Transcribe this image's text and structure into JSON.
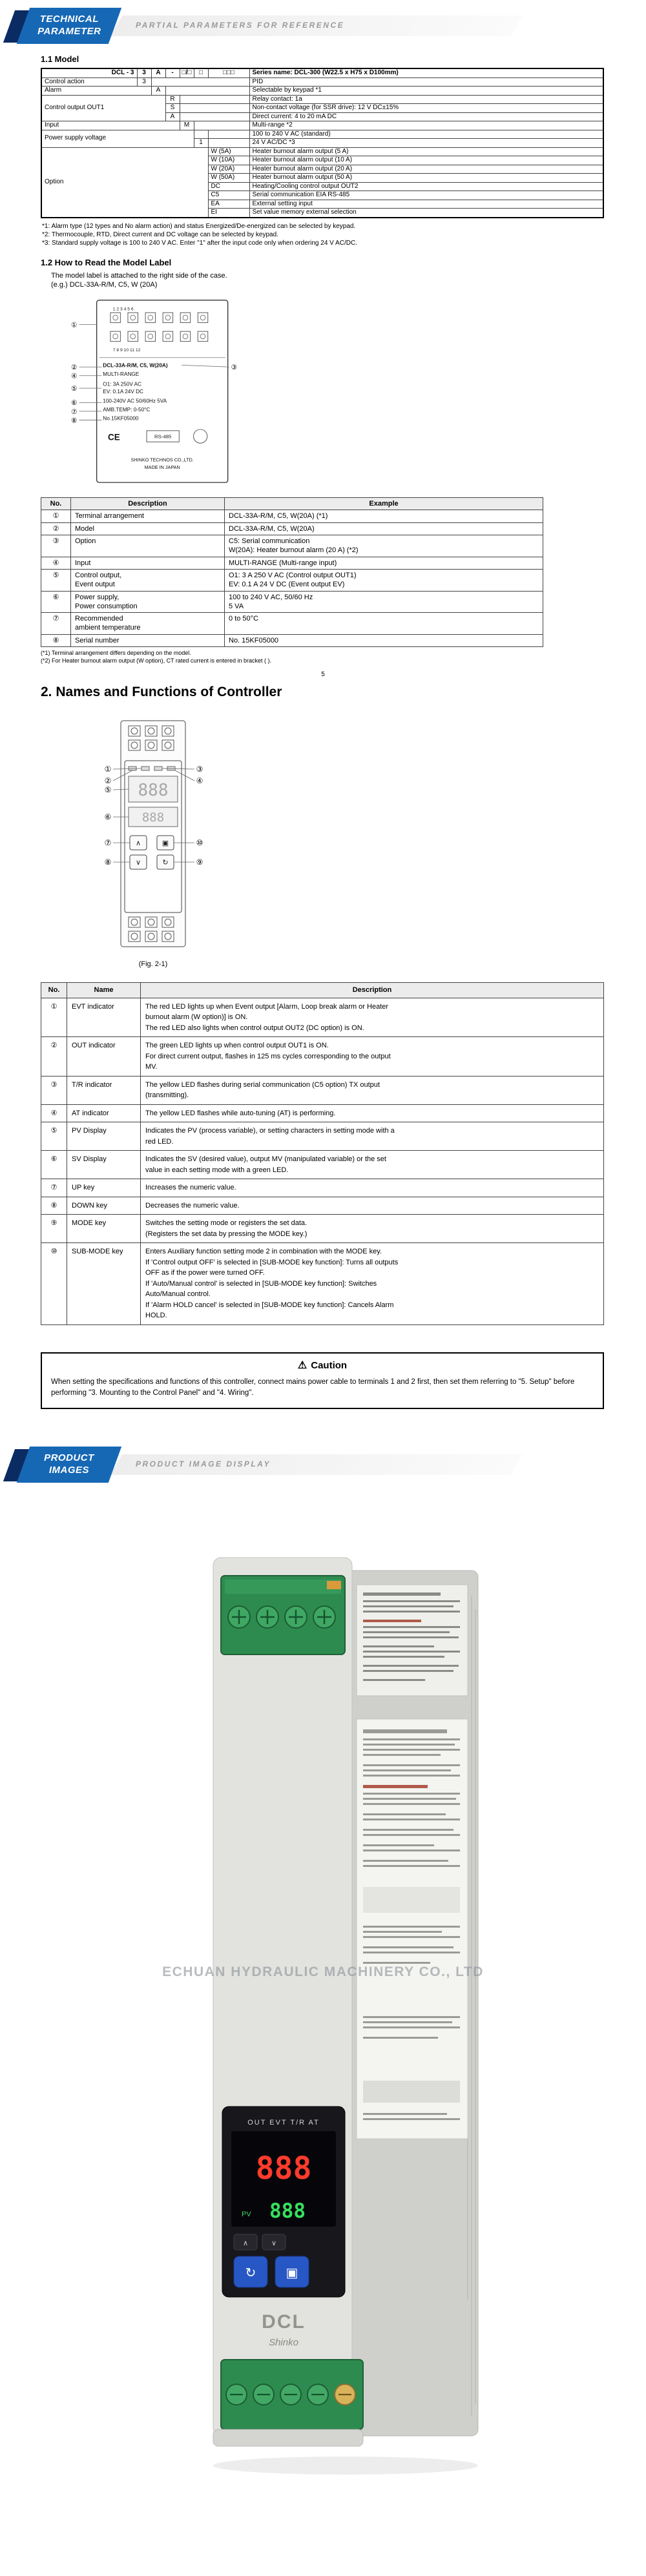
{
  "banner_technical": {
    "title_line1": "TECHNICAL",
    "title_line2": "PARAMETER",
    "subtitle": "PARTIAL PARAMETERS FOR REFERENCE"
  },
  "banner_product": {
    "title_line1": "PRODUCT",
    "title_line2": "IMAGES",
    "subtitle": "PRODUCT IMAGE DISPLAY"
  },
  "model_section": {
    "heading": "1.1 Model",
    "code_header": {
      "prefix": "DCL - 3",
      "c1": "3",
      "c2": "A",
      "c3": "-",
      "c4": "□/□",
      "c5": "□",
      "c6": "□□□",
      "series": "Series name: DCL-300 (W22.5 x H75 x D100mm)"
    },
    "control_action": {
      "label": "Control action",
      "code": "3",
      "desc": "PID"
    },
    "alarm": {
      "label": "Alarm",
      "code": "A",
      "desc": "Selectable by keypad  *1"
    },
    "out1": {
      "label": "Control output OUT1",
      "items": [
        {
          "code": "R",
          "desc": "Relay contact: 1a"
        },
        {
          "code": "S",
          "desc": "Non-contact voltage (for SSR drive): 12 V DC±15%"
        },
        {
          "code": "A",
          "desc": "Direct current: 4 to 20 mA DC"
        }
      ]
    },
    "input": {
      "label": "Input",
      "code": "M",
      "desc": "Multi-range  *2"
    },
    "power": {
      "label": "Power supply voltage",
      "items": [
        {
          "code": "",
          "desc": "100 to 240 V AC (standard)"
        },
        {
          "code": "1",
          "desc": "24 V AC/DC  *3"
        }
      ]
    },
    "option": {
      "label": "Option",
      "items": [
        {
          "code": "W (5A)",
          "desc": "Heater burnout alarm output (5 A)"
        },
        {
          "code": "W (10A)",
          "desc": "Heater burnout alarm output (10 A)"
        },
        {
          "code": "W (20A)",
          "desc": "Heater burnout alarm output (20 A)"
        },
        {
          "code": "W (50A)",
          "desc": "Heater burnout alarm output (50 A)"
        },
        {
          "code": "DC",
          "desc": "Heating/Cooling control output OUT2"
        },
        {
          "code": "C5",
          "desc": "Serial communication EIA RS-485"
        },
        {
          "code": "EA",
          "desc": "External setting input"
        },
        {
          "code": "EI",
          "desc": "Set value memory external selection"
        }
      ]
    },
    "footnotes": [
      "*1: Alarm type (12 types and No alarm action) and status Energized/De-energized can be selected by keypad.",
      "*2: Thermocouple, RTD, Direct current and DC voltage can be selected by keypad.",
      "*3: Standard supply voltage is 100 to 240 V AC. Enter \"1\" after the input code only when ordering 24 V AC/DC."
    ]
  },
  "label_section": {
    "heading": "1.2 How to Read the Model Label",
    "intro1": "The model label is attached to the right side of the case.",
    "intro2": "(e.g.) DCL-33A-R/M, C5, W (20A)",
    "callouts": [
      "①",
      "②",
      "③",
      "④",
      "⑤",
      "⑥",
      "⑦",
      "⑧"
    ],
    "diagram": {
      "terminal_row1": "1    2    3    4    5    6",
      "terminal_row2": "7    8    9   10   11   12",
      "model_line": "DCL-33A-R/M, C5, W(20A)",
      "input_line": "MULTI-RANGE",
      "out_line1": "O1: 3A 250V AC",
      "out_line2": "EV: 0.1A 24V DC",
      "power_line": "100-240V AC  50/60Hz  5VA",
      "ambient_line": "AMB.TEMP: 0-50°C",
      "serial_line": "No.15KF05000",
      "ce_mark": "CE",
      "rs485": "RS-485",
      "maker_line": "SHINKO TECHNOS CO.,LTD.",
      "origin_line": "MADE IN JAPAN"
    },
    "table": {
      "headers": [
        "No.",
        "Description",
        "Example"
      ],
      "rows": [
        {
          "no": "①",
          "desc": "Terminal arrangement",
          "example": "DCL-33A-R/M, C5, W(20A) (*1)"
        },
        {
          "no": "②",
          "desc": "Model",
          "example": "DCL-33A-R/M, C5, W(20A)"
        },
        {
          "no": "③",
          "desc": "Option",
          "example": "C5: Serial communication\nW(20A): Heater burnout alarm (20 A) (*2)"
        },
        {
          "no": "④",
          "desc": "Input",
          "example": "MULTI-RANGE (Multi-range input)"
        },
        {
          "no": "⑤",
          "desc": "Control output,\nEvent output",
          "example": "O1: 3 A 250 V AC (Control output OUT1)\nEV: 0.1 A 24 V DC (Event output EV)"
        },
        {
          "no": "⑥",
          "desc": "Power supply,\nPower consumption",
          "example": "100 to 240 V AC, 50/60 Hz\n5 VA"
        },
        {
          "no": "⑦",
          "desc": "Recommended\nambient temperature",
          "example": "0 to 50°C"
        },
        {
          "no": "⑧",
          "desc": "Serial number",
          "example": "No. 15KF05000"
        }
      ],
      "footnotes": [
        "(*1) Terminal arrangement differs depending on the model.",
        "(*2) For Heater burnout alarm output (W option), CT rated current is entered in bracket ( )."
      ]
    }
  },
  "page_number": "5",
  "controller_section": {
    "heading": "2. Names and Functions of Controller",
    "fig_caption": "(Fig. 2-1)",
    "callouts": [
      "①",
      "②",
      "③",
      "④",
      "⑤",
      "⑥",
      "⑦",
      "⑧",
      "⑨",
      "⑩"
    ],
    "display_placeholder": "888",
    "key_glyphs": [
      "∧",
      "∨",
      "↻",
      "▣"
    ],
    "table": {
      "headers": [
        "No.",
        "Name",
        "Description"
      ],
      "rows": [
        {
          "no": "①",
          "name": "EVT indicator",
          "desc": "The red LED lights up when Event output [Alarm, Loop break alarm or Heater\nburnout alarm (W option)] is ON.\nThe red LED also lights when control output OUT2 (DC option) is ON."
        },
        {
          "no": "②",
          "name": "OUT indicator",
          "desc": "The green LED lights up when control output OUT1 is ON.\nFor direct current output, flashes in 125 ms cycles corresponding to the output\nMV."
        },
        {
          "no": "③",
          "name": "T/R indicator",
          "desc": "The yellow LED flashes during serial communication (C5 option) TX output\n(transmitting)."
        },
        {
          "no": "④",
          "name": "AT indicator",
          "desc": "The yellow LED flashes while auto-tuning (AT) is performing."
        },
        {
          "no": "⑤",
          "name": "PV Display",
          "desc": "Indicates the PV (process variable), or setting characters in setting mode with a\nred LED."
        },
        {
          "no": "⑥",
          "name": "SV Display",
          "desc": "Indicates the SV (desired value), output MV (manipulated variable) or the set\nvalue in each setting mode with a green LED."
        },
        {
          "no": "⑦",
          "name": "UP key",
          "desc": "Increases the numeric value."
        },
        {
          "no": "⑧",
          "name": "DOWN key",
          "desc": "Decreases the numeric value."
        },
        {
          "no": "⑨",
          "name": "MODE key",
          "desc": "Switches the setting mode or registers the set data.\n(Registers the set data by pressing the MODE key.)"
        },
        {
          "no": "⑩",
          "name": "SUB-MODE key",
          "desc": "Enters Auxiliary function setting mode 2 in combination with the MODE key.\nIf 'Control output OFF' is selected in [SUB-MODE key function]: Turns all outputs\nOFF as if the power were turned OFF.\nIf 'Auto/Manual control' is selected in [SUB-MODE key function]: Switches\nAuto/Manual control.\nIf 'Alarm HOLD cancel' is selected in [SUB-MODE key function]: Cancels Alarm\nHOLD."
        }
      ]
    }
  },
  "caution": {
    "icon": "⚠",
    "title": "Caution",
    "text": "When setting the specifications and functions of this controller, connect mains power cable to terminals 1 and 2 first, then set them referring to \"5. Setup\" before performing \"3. Mounting to the Control Panel\" and \"4. Wiring\"."
  },
  "product_photo": {
    "watermark": "ECHUAN HYDRAULIC MACHINERY CO., LTD",
    "indicator_labels": "OUT  EVT  T/R  AT",
    "pv_label": "PV",
    "pv_value": "888",
    "sv_value": "888",
    "brand": "Shinko",
    "model": "DCL",
    "key_glyphs": [
      "∧",
      "∨",
      "↻",
      "▣"
    ]
  }
}
